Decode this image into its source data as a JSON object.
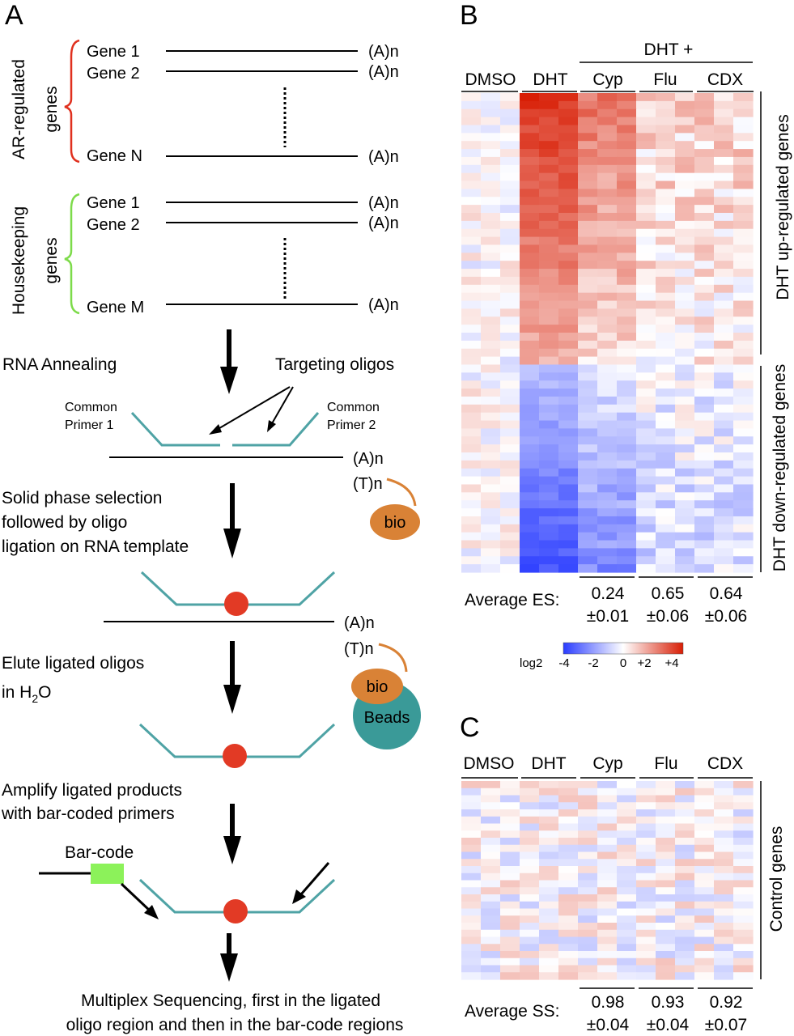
{
  "panels": {
    "a": "A",
    "b": "B",
    "c": "C"
  },
  "panel_a": {
    "group1_label_line1": "AR-regulated",
    "group1_label_line2": "genes",
    "group1_genes": [
      "Gene 1",
      "Gene 2",
      "Gene N"
    ],
    "group2_label_line1": "Housekeeping",
    "group2_label_line2": "genes",
    "group2_genes": [
      "Gene 1",
      "Gene 2",
      "Gene M"
    ],
    "polya": "(A)n",
    "polyt": "(T)n",
    "step1": "RNA Annealing",
    "targeting_oligos": "Targeting oligos",
    "primer1_line1": "Common",
    "primer1_line2": "Primer 1",
    "primer2_line1": "Common",
    "primer2_line2": "Primer 2",
    "step2_line1": "Solid phase selection",
    "step2_line2": "followed by oligo",
    "step2_line3": "ligation on RNA template",
    "bio": "bio",
    "beads": "Beads",
    "step3_line1": "Elute ligated oligos",
    "step3_line2_prefix": "in H",
    "step3_line2_sub": "2",
    "step3_line2_suffix": "O",
    "step4_line1": "Amplify ligated products",
    "step4_line2": "with bar-coded primers",
    "barcode": "Bar-code",
    "final_line1": "Multiplex Sequencing, first in the ligated",
    "final_line2": "oligo region and then in the bar-code regions"
  },
  "panel_b": {
    "dht_plus": "DHT +",
    "columns": [
      "DMSO",
      "DHT",
      "Cyp",
      "Flu",
      "CDX"
    ],
    "side_label_up": "DHT up-regulated genes",
    "side_label_down": "DHT down-regulated genes",
    "score_label": "Average ES:",
    "scores": [
      {
        "value": "0.24",
        "sd": "±0.01"
      },
      {
        "value": "0.65",
        "sd": "±0.06"
      },
      {
        "value": "0.64",
        "sd": "±0.06"
      }
    ]
  },
  "legend": {
    "label": "log2",
    "ticks": [
      "-4",
      "-2",
      "0",
      "+2",
      "+4"
    ],
    "colors": {
      "low": "#2a3cff",
      "mid": "#ffffff",
      "high": "#d81e05"
    }
  },
  "panel_c": {
    "columns": [
      "DMSO",
      "DHT",
      "Cyp",
      "Flu",
      "CDX"
    ],
    "side_label": "Control genes",
    "score_label": "Average SS:",
    "scores": [
      {
        "value": "0.98",
        "sd": "±0.04"
      },
      {
        "value": "0.93",
        "sd": "±0.04"
      },
      {
        "value": "0.92",
        "sd": "±0.07"
      }
    ]
  },
  "colors": {
    "red_brace": "#e0301e",
    "green_brace": "#7ddb4a",
    "oligo": "#4fa3a5",
    "ligation_dot": "#e23a25",
    "bio": "#d98236",
    "beads": "#3a9a98",
    "barcode": "#8cf25a"
  }
}
